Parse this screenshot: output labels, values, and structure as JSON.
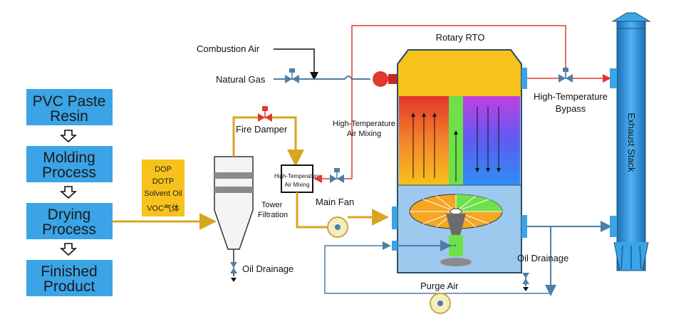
{
  "process_steps": [
    {
      "line1": "PVC Paste",
      "line2": "Resin"
    },
    {
      "line1": "Molding",
      "line2": "Process"
    },
    {
      "line1": "Drying",
      "line2": "Process"
    },
    {
      "line1": "Finished",
      "line2": "Product"
    }
  ],
  "emissions": [
    "DOP",
    "DOTP",
    "Solvent Oil",
    "VOC气体"
  ],
  "labels": {
    "combustion_air": "Combustion Air",
    "natural_gas": "Natural Gas",
    "rotary_rto": "Rotary RTO",
    "ht_mixing_top_1": "High-Temperature",
    "ht_mixing_top_2": "Air Mixing",
    "ht_bypass_1": "High-Temperature",
    "ht_bypass_2": "Bypass",
    "fire_damper": "Fire Damper",
    "ht_mixing_box_1": "High-Temperature",
    "ht_mixing_box_2": "Air Mixing",
    "tower_filtration_1": "Tower",
    "tower_filtration_2": "Filtration",
    "main_fan": "Main Fan",
    "oil_drainage_left": "Oil Drainage",
    "oil_drainage_right": "Oil Drainage",
    "purge_air": "Purge Air",
    "exhaust_stack": "Exhaust Stack"
  },
  "colors": {
    "step_box": "#3aa4e6",
    "emission_box": "#f7c21b",
    "duct_yellow": "#d9a520",
    "duct_blue": "#4a7fa8",
    "duct_red": "#e03a2f",
    "rto_top": "#f7c21b",
    "rto_bottom": "#9ec9ef",
    "stack": "#3aa4e6"
  }
}
